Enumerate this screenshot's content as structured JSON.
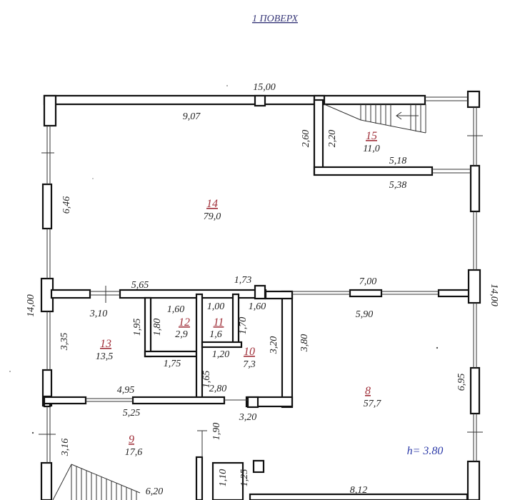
{
  "title": "1 ПОВЕРХ",
  "height_note": "h= 3.80",
  "rooms": [
    {
      "number": "15",
      "area": "11,0"
    },
    {
      "number": "14",
      "area": "79,0"
    },
    {
      "number": "12",
      "area": "2,9"
    },
    {
      "number": "11",
      "area": "1,6"
    },
    {
      "number": "10",
      "area": "7,3"
    },
    {
      "number": "13",
      "area": "13,5"
    },
    {
      "number": "8",
      "area": "57,7"
    },
    {
      "number": "9",
      "area": "17,6"
    }
  ],
  "dimensions": [
    "15,00",
    "9,07",
    "2,60",
    "2,20",
    "5,18",
    "5,38",
    "6,46",
    "14,00",
    "14,00",
    "1,73",
    "7,00",
    "5,65",
    "3,10",
    "1,60",
    "1,00",
    "1,60",
    "5,90",
    "1,95",
    "1,80",
    "1,70",
    "3,20",
    "3,80",
    "3,35",
    "1,75",
    "1,20",
    "1,65",
    "6,95",
    "4,95",
    "2,80",
    "5,25",
    "3,20",
    "3,16",
    "1,90",
    "1,10",
    "1,25",
    "6,20",
    "8,12"
  ]
}
